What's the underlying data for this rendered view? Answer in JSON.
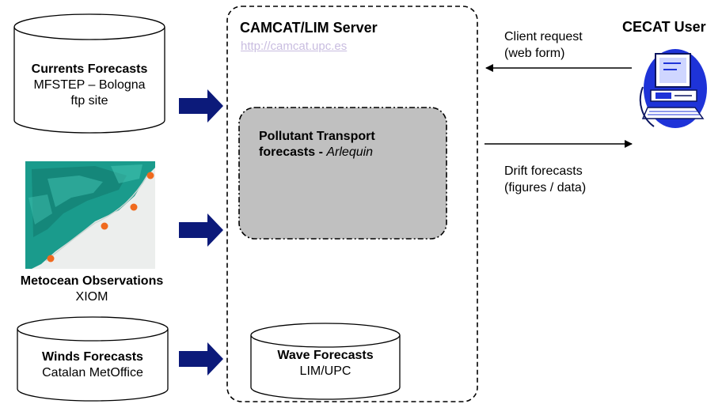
{
  "currents": {
    "title": "Currents Forecasts",
    "line1": "MFSTEP – Bologna",
    "line2": "ftp site"
  },
  "metocean": {
    "title": "Metocean Observations",
    "subtitle": "XIOM"
  },
  "winds": {
    "title": "Winds Forecasts",
    "subtitle": "Catalan MetOffice"
  },
  "server": {
    "title": "CAMCAT/LIM Server",
    "url": "http://camcat.upc.es",
    "pollutant_title": "Pollutant Transport",
    "pollutant_line2": "forecasts - ",
    "pollutant_model": "Arlequin",
    "wave_title": "Wave Forecasts",
    "wave_subtitle": "LIM/UPC"
  },
  "client": {
    "title": "CECAT User",
    "request_line1": "Client request",
    "request_line2": "(web form)",
    "drift_line1": "Drift forecasts",
    "drift_line2": "(figures / data)"
  },
  "colors": {
    "arrow_fill": "#0c1a7a",
    "pollutant_box": "#c0c0c0",
    "computer_blue": "#1e33d8",
    "map_teal": "#1a9b8c",
    "station_orange": "#f06a1e"
  },
  "icons": {
    "user": "computer-user-icon",
    "map": "catalonia-map-image"
  }
}
